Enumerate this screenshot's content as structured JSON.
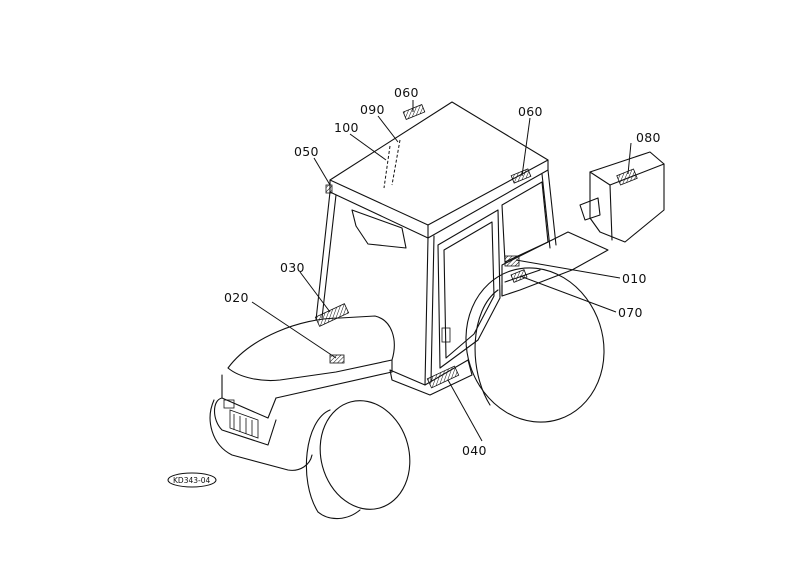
{
  "callouts": [
    {
      "id": "c010",
      "label": "010"
    },
    {
      "id": "c020",
      "label": "020"
    },
    {
      "id": "c030",
      "label": "030"
    },
    {
      "id": "c040",
      "label": "040"
    },
    {
      "id": "c050",
      "label": "050"
    },
    {
      "id": "c060a",
      "label": "060"
    },
    {
      "id": "c060b",
      "label": "060"
    },
    {
      "id": "c070",
      "label": "070"
    },
    {
      "id": "c080",
      "label": "080"
    },
    {
      "id": "c090",
      "label": "090"
    },
    {
      "id": "c100",
      "label": "100"
    }
  ],
  "reference_code": "KD343-04"
}
